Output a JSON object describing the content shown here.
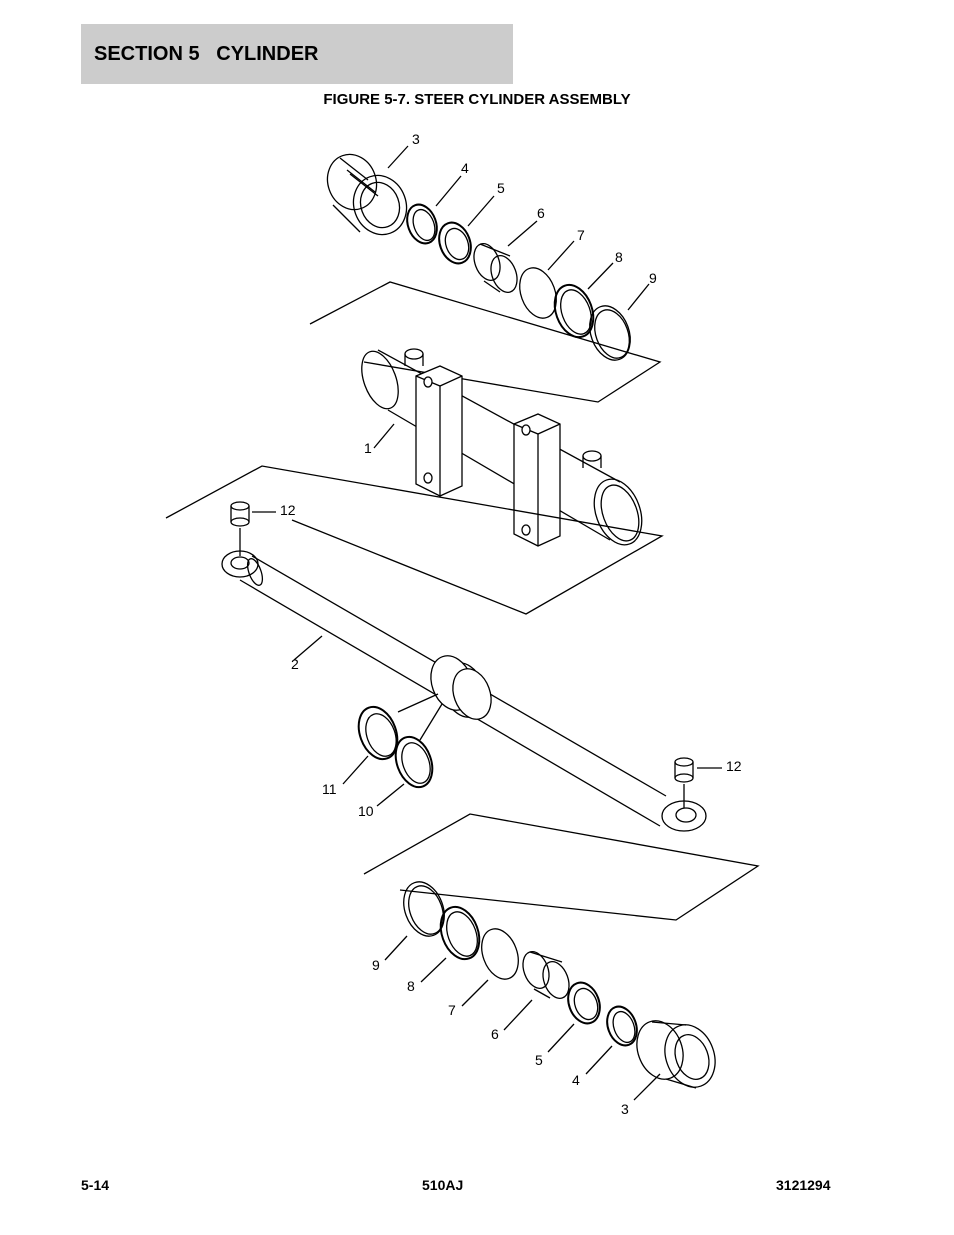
{
  "header": {
    "section": "SECTION 5   CYLINDER"
  },
  "figure": {
    "title": "FIGURE 5-7. STEER CYLINDER ASSEMBLY"
  },
  "callouts": {
    "c1": "1",
    "c2": "2",
    "c3a": "3",
    "c4a": "4",
    "c5a": "5",
    "c6a": "6",
    "c7a": "7",
    "c8a": "8",
    "c9a": "9",
    "c12a": "12",
    "c12b": "12",
    "c11": "11",
    "c10": "10",
    "c9b": "9",
    "c8b": "8",
    "c7b": "7",
    "c6b": "6",
    "c5b": "5",
    "c4b": "4",
    "c3b": "3"
  },
  "footer": {
    "page": "5-14",
    "model": "510AJ",
    "doc_number": "3121294"
  }
}
